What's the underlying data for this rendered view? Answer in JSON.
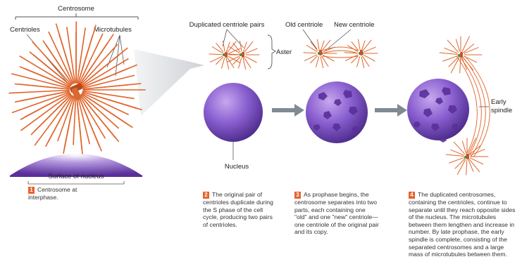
{
  "colors": {
    "microtubule": "#e0642a",
    "nucleus": "#7d4fc2",
    "badge": "#e8622a",
    "arrow": "#7f8a93",
    "zoom_wedge": "#d6d9dc"
  },
  "labels": {
    "centrosome": "Centrosome",
    "centrioles": "Centrioles",
    "microtubules": "Microtubules",
    "surface_of_nucleus": "Surface of nucleus",
    "duplicated_pairs": "Duplicated centriole pairs",
    "aster": "Aster",
    "old_centriole": "Old centriole",
    "new_centriole": "New centriole",
    "nucleus": "Nucleus",
    "early_spindle_1": "Early",
    "early_spindle_2": "spindle"
  },
  "steps": [
    {
      "number": "1",
      "text": "Centrosome at interphase."
    },
    {
      "number": "2",
      "text": "The original pair of centrioles duplicate during the S phase of the cell cycle, producing two pairs of centrioles."
    },
    {
      "number": "3",
      "text": "As prophase begins, the centrosome separates into two parts, each containing one \"old\" and one \"new\" centriole—one centriole of the original pair and its copy."
    },
    {
      "number": "4",
      "text": "The duplicated centrosomes, containing the centrioles, continue to separate until they reach opposite sides of the nucleus. The microtubules between them lengthen and increase in number. By late prophase, the early spindle is complete, consisting of the separated centrosomes and a large mass of microtubules between them."
    }
  ]
}
